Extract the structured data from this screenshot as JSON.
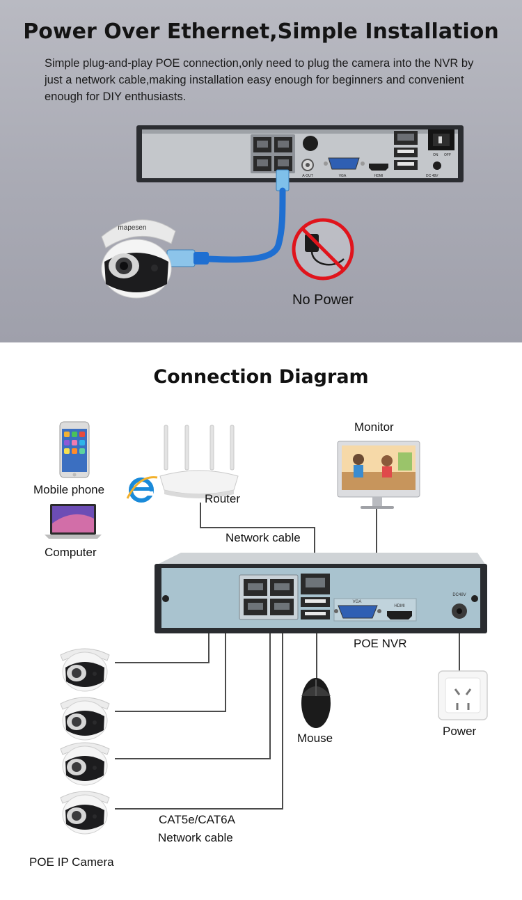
{
  "hero": {
    "title": "Power Over Ethernet,Simple Installation",
    "description": "Simple plug-and-play POE connection,only need to plug the camera into the NVR by just a network cable,making installation easy enough for beginners and convenient enough for DIY enthusiasts.",
    "no_power_label": "No Power",
    "brand_text": "mapesen",
    "nvr_port_labels": {
      "a_out": "A-OUT",
      "vga": "VGA",
      "hdmi": "HDMI",
      "on": "ON",
      "off": "OFF",
      "dc": "DC 48V"
    }
  },
  "diagram": {
    "title": "Connection Diagram",
    "labels": {
      "mobile_phone": "Mobile phone",
      "computer": "Computer",
      "router": "Router",
      "monitor": "Monitor",
      "network_cable": "Network cable",
      "poe_nvr": "POE NVR",
      "mouse": "Mouse",
      "power": "Power",
      "cat_cable_line1": "CAT5e/CAT6A",
      "cat_cable_line2": "Network cable",
      "poe_ip_camera": "POE IP Camera"
    },
    "nvr_port_labels": {
      "vga": "VGA",
      "hdmi": "HDMI",
      "dc": "DC48V"
    }
  },
  "colors": {
    "cable_blue": "#1f6fd1",
    "nvr_panel": "#a9c3cf",
    "prohibit_red": "#e0141c",
    "ie_blue": "#1a8ad9"
  }
}
